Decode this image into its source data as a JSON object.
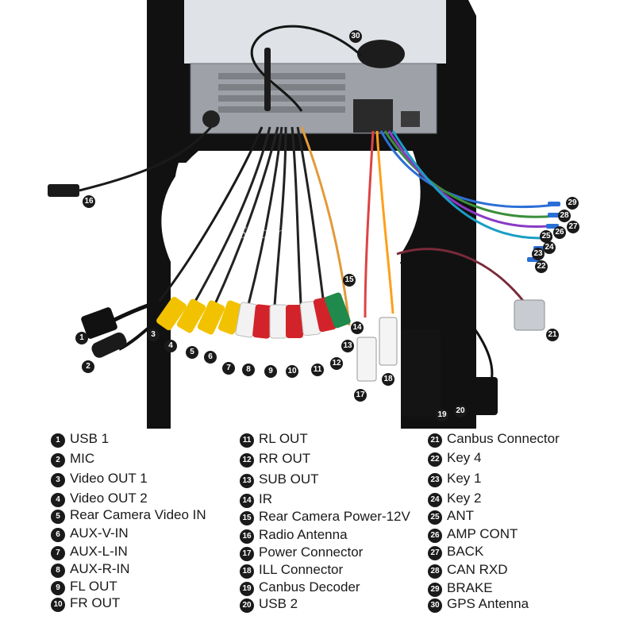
{
  "watermark": "Seicane",
  "legend": [
    {
      "num": "1",
      "label": "USB 1"
    },
    {
      "num": "2",
      "label": "MIC"
    },
    {
      "num": "3",
      "label": "Video OUT 1"
    },
    {
      "num": "4",
      "label": "Video OUT 2"
    },
    {
      "num": "5",
      "label": "Rear Camera Video IN"
    },
    {
      "num": "6",
      "label": "AUX-V-IN"
    },
    {
      "num": "7",
      "label": "AUX-L-IN"
    },
    {
      "num": "8",
      "label": "AUX-R-IN"
    },
    {
      "num": "9",
      "label": "FL OUT"
    },
    {
      "num": "10",
      "label": "FR OUT"
    },
    {
      "num": "11",
      "label": "RL OUT"
    },
    {
      "num": "12",
      "label": "RR OUT"
    },
    {
      "num": "13",
      "label": "SUB OUT"
    },
    {
      "num": "14",
      "label": "IR"
    },
    {
      "num": "15",
      "label": "Rear Camera Power-12V"
    },
    {
      "num": "16",
      "label": "Radio Antenna"
    },
    {
      "num": "17",
      "label": "Power Connector"
    },
    {
      "num": "18",
      "label": "ILL Connector"
    },
    {
      "num": "19",
      "label": "Canbus Decoder"
    },
    {
      "num": "20",
      "label": "USB 2"
    },
    {
      "num": "21",
      "label": "Canbus Connector"
    },
    {
      "num": "22",
      "label": "Key 4"
    },
    {
      "num": "23",
      "label": "Key 1"
    },
    {
      "num": "24",
      "label": "Key 2"
    },
    {
      "num": "25",
      "label": "ANT"
    },
    {
      "num": "26",
      "label": "AMP CONT"
    },
    {
      "num": "27",
      "label": "BACK"
    },
    {
      "num": "28",
      "label": "CAN RXD"
    },
    {
      "num": "29",
      "label": "BRAKE"
    },
    {
      "num": "30",
      "label": "GPS Antenna"
    }
  ],
  "callouts": {
    "c1": "1",
    "c2": "2",
    "c3": "3",
    "c4": "4",
    "c5": "5",
    "c6": "6",
    "c7": "7",
    "c8": "8",
    "c9": "9",
    "c10": "10",
    "c11": "11",
    "c12": "12",
    "c13": "13",
    "c14": "14",
    "c15": "15",
    "c16": "16",
    "c17": "17",
    "c18": "18",
    "c19": "19",
    "c20": "20",
    "c21": "21",
    "c22": "22",
    "c23": "23",
    "c24": "24",
    "c25": "25",
    "c26": "26",
    "c27": "27",
    "c28": "28",
    "c29": "29",
    "c30": "30"
  },
  "colors": {
    "bezel": "#111111",
    "chassis": "#c9ccd1",
    "rca_yellow": "#f2c200",
    "rca_red": "#d2232a",
    "rca_white": "#f2f2f2",
    "rca_green": "#1f8a4c"
  }
}
